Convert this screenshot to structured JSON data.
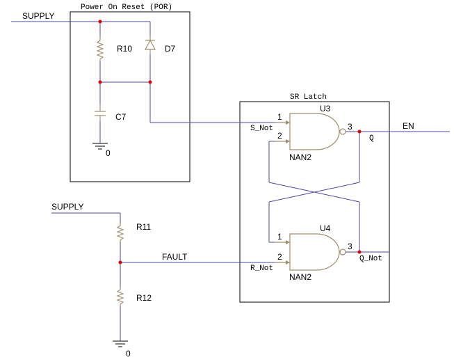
{
  "colors": {
    "wire": "#4b45a8",
    "component": "#a08e6a",
    "junction": "#e00000",
    "frame": "#000000"
  },
  "frames": {
    "por_title": "Power On Reset (POR)",
    "latch_title": "SR Latch"
  },
  "nets": {
    "supply_top": "SUPPLY",
    "supply_bottom": "SUPPLY",
    "fault": "FAULT",
    "en": "EN",
    "s_not": "S_Not",
    "r_not": "R_Not",
    "q": "Q",
    "q_not": "Q_Not"
  },
  "components": {
    "r10": "R10",
    "d7": "D7",
    "c7": "C7",
    "r11": "R11",
    "r12": "R12",
    "gnd_top": "0",
    "gnd_bottom": "0",
    "u3": {
      "ref": "U3",
      "type": "NAN2",
      "pin1": "1",
      "pin2": "2",
      "pin3": "3"
    },
    "u4": {
      "ref": "U4",
      "type": "NAN2",
      "pin1": "1",
      "pin2": "2",
      "pin3": "3"
    }
  }
}
